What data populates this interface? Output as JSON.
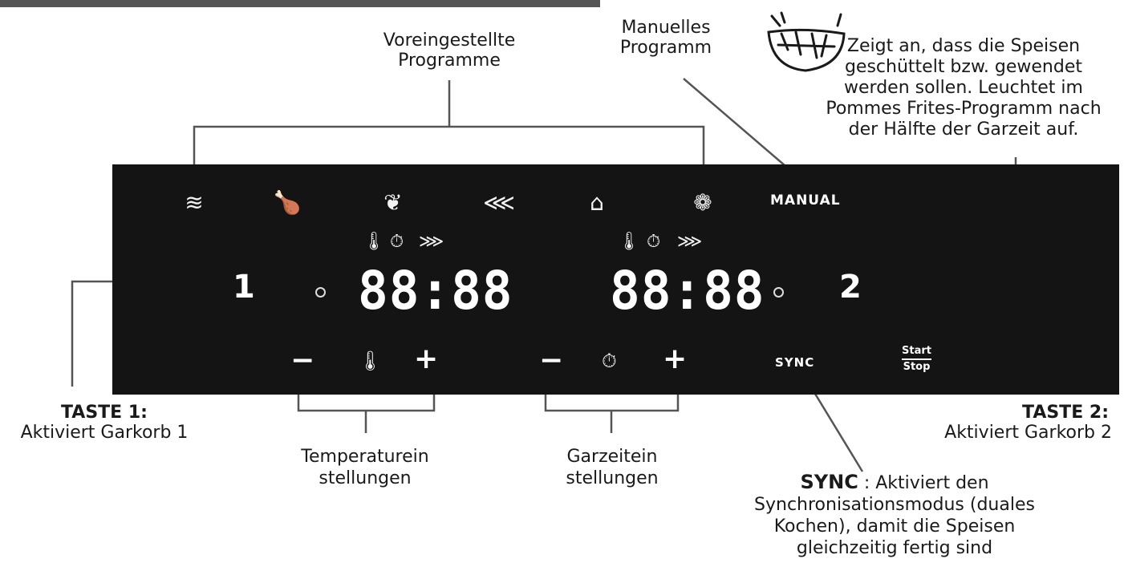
{
  "labels": {
    "preset_programs": [
      "Voreingestellte",
      "Programme"
    ],
    "manual_program": [
      "Manuelles",
      "Programm"
    ],
    "shake_note": [
      "Zeigt an, dass die Speisen",
      "geschüttelt bzw. gewendet",
      "werden sollen. Leuchtet im",
      "Pommes Frites-Programm nach",
      "der Hälfte der Garzeit auf."
    ],
    "key1_title": "TASTE 1:",
    "key1_desc": "Aktiviert Garkorb 1",
    "key2_title": "TASTE 2:",
    "key2_desc": "Aktiviert Garkorb 2",
    "temp_settings": [
      "Temperaturein",
      "stellungen"
    ],
    "time_settings": [
      "Garzeitein",
      "stellungen"
    ],
    "sync_title": "SYNC",
    "sync_desc": [
      " : Aktiviert den",
      "Synchronisationsmodus (duales",
      "Kochen), damit die Speisen",
      "gleichzeitig fertig sind"
    ]
  },
  "panel": {
    "manual_button": "MANUAL",
    "key1": "1",
    "key2": "2",
    "display_left": "88:88",
    "display_right": "88:88",
    "minus": "−",
    "plus": "+",
    "sync_button": "SYNC",
    "start_label": "Start",
    "stop_label": "Stop"
  },
  "icons": {
    "presets": [
      "fries-icon",
      "chicken-icon",
      "vegetables-icon",
      "fish-icon",
      "cake-icon",
      "dehydrate-icon"
    ],
    "indicators": [
      "thermometer-icon",
      "timer-icon",
      "shake-basket-icon"
    ]
  },
  "colors": {
    "panel": "#141414",
    "panel_text": "#ffffff",
    "line": "#555555"
  }
}
